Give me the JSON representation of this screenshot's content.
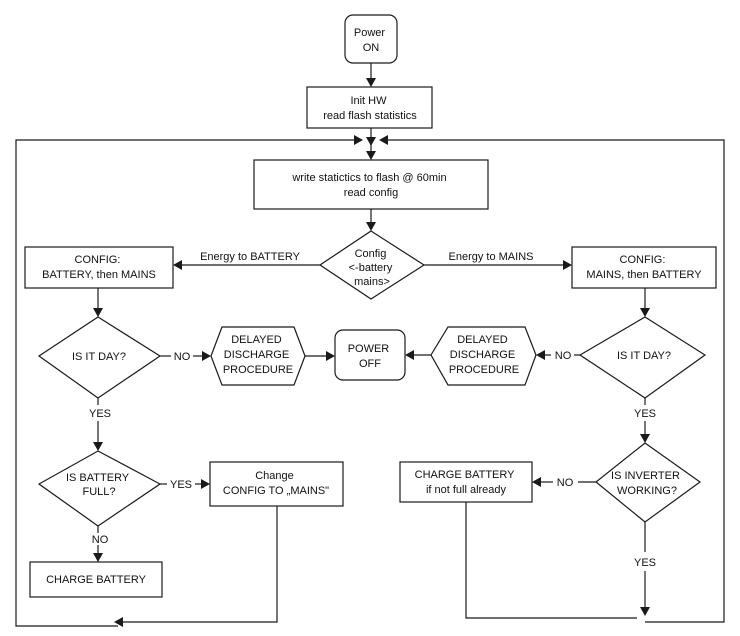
{
  "nodes": {
    "power_on": [
      "Power",
      "ON"
    ],
    "init_hw": [
      "Init HW",
      "read flash statistics"
    ],
    "write_stats": [
      "write statictics to flash @ 60min",
      "read config"
    ],
    "config_decision": [
      "Config",
      "<-battery",
      "mains>"
    ],
    "config_battery_mains": [
      "CONFIG:",
      "BATTERY, then MAINS"
    ],
    "config_mains_battery": [
      "CONFIG:",
      "MAINS, then BATTERY"
    ],
    "is_it_day_left": [
      "IS IT DAY?"
    ],
    "is_it_day_right": [
      "IS IT DAY?"
    ],
    "delayed_discharge_left": [
      "DELAYED",
      "DISCHARGE",
      "PROCEDURE"
    ],
    "delayed_discharge_right": [
      "DELAYED",
      "DISCHARGE",
      "PROCEDURE"
    ],
    "power_off": [
      "POWER",
      "OFF"
    ],
    "is_battery_full": [
      "IS BATTERY",
      "FULL?"
    ],
    "change_config": [
      "Change",
      "CONFIG TO „MAINS\""
    ],
    "charge_battery": [
      "CHARGE BATTERY"
    ],
    "is_inverter_working": [
      "IS INVERTER",
      "WORKING?"
    ],
    "charge_battery_if_not_full": [
      "CHARGE BATTERY",
      "if not full already"
    ]
  },
  "edge_labels": {
    "energy_to_battery": "Energy to BATTERY",
    "energy_to_mains": "Energy to MAINS",
    "no_left_day": "NO",
    "no_right_day": "NO",
    "yes_left_day": "YES",
    "yes_right_day": "YES",
    "yes_battery_full": "YES",
    "no_battery_full": "NO",
    "no_inverter": "NO",
    "yes_inverter": "YES"
  }
}
